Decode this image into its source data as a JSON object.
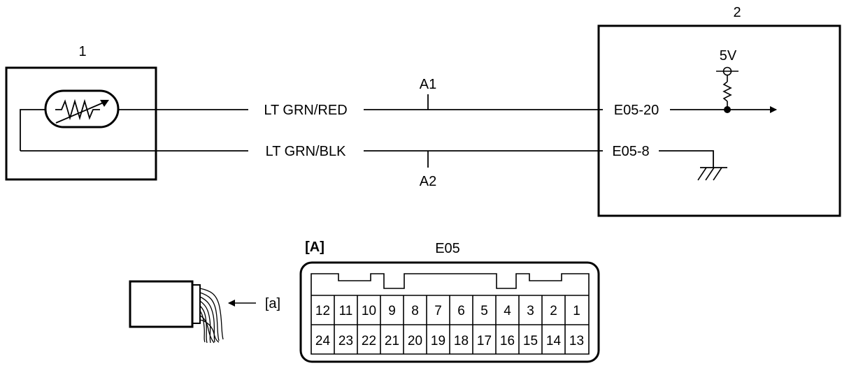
{
  "components": {
    "sensor_number": "1",
    "ecm_number": "2"
  },
  "wires": {
    "signal_color": "LT GRN/RED",
    "ground_color": "LT GRN/BLK"
  },
  "points": {
    "a1": "A1",
    "a2": "A2"
  },
  "ecm": {
    "signal_terminal": "E05-20",
    "ground_terminal": "E05-8",
    "supply_voltage": "5V"
  },
  "connector": {
    "view_label": "[A]",
    "name": "E05",
    "pins_top": [
      "12",
      "11",
      "10",
      "9",
      "8",
      "7",
      "6",
      "5",
      "4",
      "3",
      "2",
      "1"
    ],
    "pins_bottom": [
      "24",
      "23",
      "22",
      "21",
      "20",
      "19",
      "18",
      "17",
      "16",
      "15",
      "14",
      "13"
    ]
  },
  "harness": {
    "arrow_label": "[a]"
  }
}
